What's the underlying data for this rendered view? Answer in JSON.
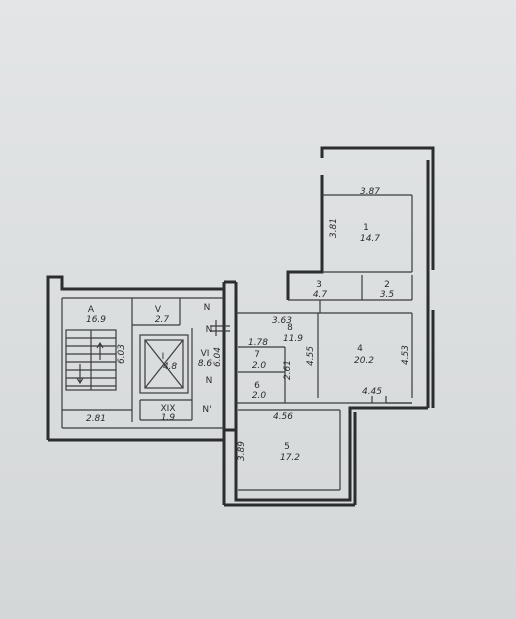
{
  "rooms": [
    {
      "id": "1",
      "area": "14.7"
    },
    {
      "id": "2",
      "area": "3.5"
    },
    {
      "id": "3",
      "area": "4.7"
    },
    {
      "id": "4",
      "area": "20.2"
    },
    {
      "id": "5",
      "area": "17.2"
    },
    {
      "id": "6",
      "area": "2.0"
    },
    {
      "id": "7",
      "area": "2.0"
    },
    {
      "id": "8",
      "area": "11.9"
    },
    {
      "id": "A",
      "area": "16.9"
    },
    {
      "id": "V",
      "area": "2.7"
    },
    {
      "id": "VI",
      "area": "8.6"
    },
    {
      "id": "XIX",
      "area": "1.9"
    }
  ],
  "lift": {
    "id": "I",
    "area": "4.8"
  },
  "dimensions": [
    "3.87",
    "3.81",
    "3.63",
    "4.55",
    "4.53",
    "4.45",
    "1.78",
    "2.61",
    "4.56",
    "3.89",
    "6.03",
    "2.81",
    "6.04"
  ],
  "markers": [
    "N",
    "N",
    "N",
    "N'"
  ],
  "colors": {
    "paper": "#dcdfe0",
    "ink": "#2b2d2f"
  }
}
